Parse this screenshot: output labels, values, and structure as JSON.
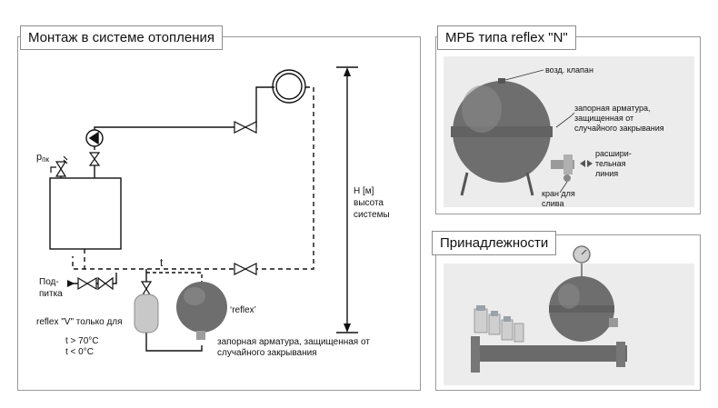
{
  "panels": {
    "installation": {
      "title": "Монтаж в системе отопления",
      "labels": {
        "p_main": "p",
        "p_sub": "пк",
        "makeup_line1": "Под-",
        "makeup_line2": "питка",
        "t_label": "t",
        "height_line1": "H [м]",
        "height_line2": "высота",
        "height_line3": "системы",
        "reflex_v": "reflex \"V\" только для",
        "temp_line1": "t > 70°C",
        "temp_line2": "t <   0°C",
        "reflex_n": "‘reflex’",
        "shutoff_line1": "запорная арматура, защищенная от",
        "shutoff_line2": "случайного закрывания"
      }
    },
    "vessel": {
      "title": "МРБ типа reflex \"N\"",
      "labels": {
        "air_valve": "возд. клапан",
        "shutoff_line1": "запорная арматура,",
        "shutoff_line2": "защищенная от",
        "shutoff_line3": "случайного закрывания",
        "expansion_line1": "расшири-",
        "expansion_line2": "тельная",
        "expansion_line3": "линия",
        "drain_line1": "кран для",
        "drain_line2": "слива"
      }
    },
    "accessories": {
      "title": "Принадлежности"
    }
  },
  "colors": {
    "vessel_body": "#6e6e6e",
    "vessel_highlight": "#9c9c9c",
    "vessel_tank_v": "#c8c8c8",
    "line": "#111111"
  }
}
